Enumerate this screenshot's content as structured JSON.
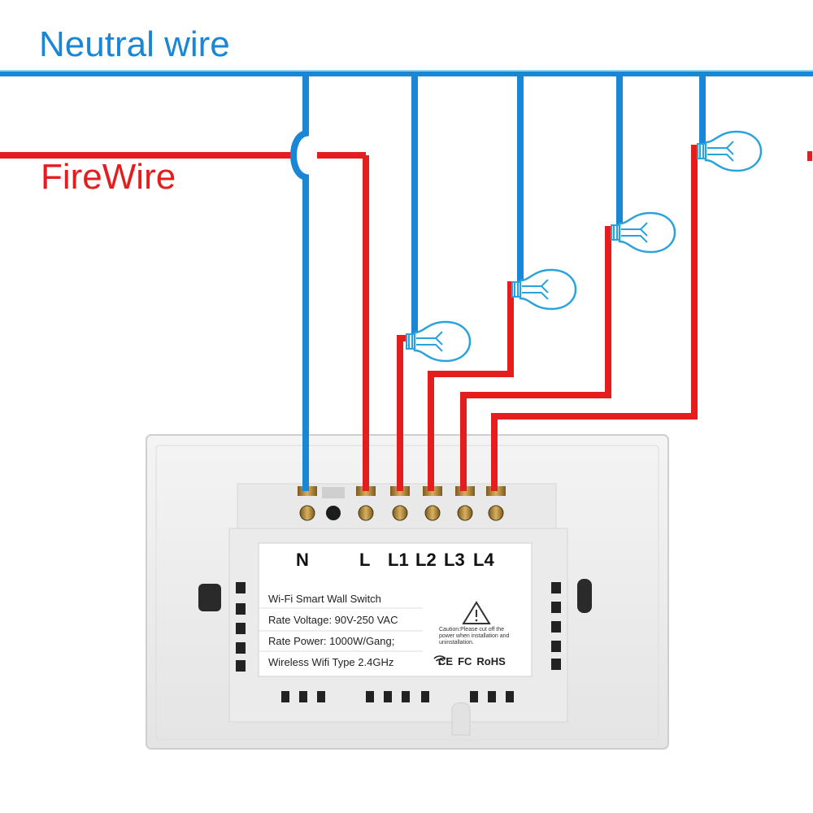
{
  "labels": {
    "neutral_wire": "Neutral wire",
    "fire_wire": "FireWire"
  },
  "terminals": {
    "n": "N",
    "l": "L",
    "l1": "L1",
    "l2": "L2",
    "l3": "L3",
    "l4": "L4"
  },
  "spec_label": {
    "title": "Wi-Fi Smart Wall Switch",
    "rate_voltage": "Rate Voltage: 90V-250 VAC",
    "rate_power": "Rate Power: 1000W/Gang;",
    "wireless": "Wireless Wifi Type 2.4GHz",
    "caution": "Caution:Please cut off the power when installation and uninstallation.",
    "cert_ce": "CE",
    "cert_fc": "FC",
    "cert_rohs": "RoHS"
  },
  "icons": {
    "wifi": "wifi-icon",
    "warning": "warning-triangle-icon",
    "bulb": "light-bulb-icon"
  },
  "colors": {
    "neutral": "#1a86d6",
    "fire": "#e41e1e",
    "plate": "#eeeeee",
    "label_bg": "#ffffff",
    "bulb_stroke": "#2aa3dc"
  }
}
